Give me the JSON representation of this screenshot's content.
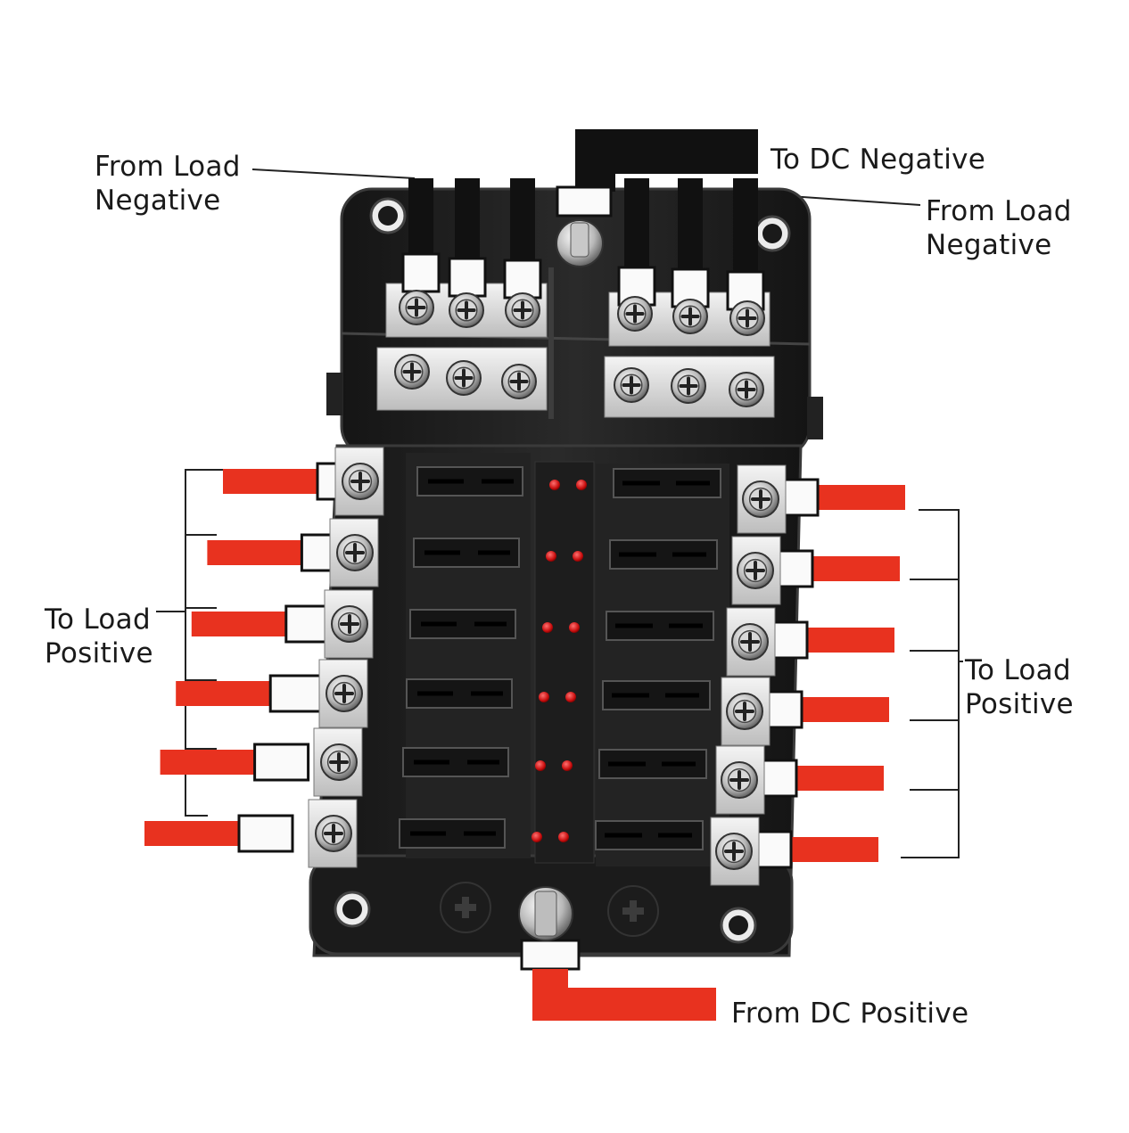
{
  "labels": {
    "from_load_negative_left": "From Load\nNegative",
    "to_dc_negative": "To DC Negative",
    "from_load_negative_right": "From Load\nNegative",
    "to_load_positive_left": "To Load\nPositive",
    "to_load_positive_right": "To Load\nPositive",
    "from_dc_positive": "From DC Positive"
  },
  "colors": {
    "wire_positive": "#e8321f",
    "wire_negative": "#111111",
    "housing": "#1e1e1e",
    "housing_edge": "#3a3a3a",
    "terminal_plate": "#e4e4e4",
    "led": "#d21010"
  },
  "fuse_block": {
    "fuse_rows": 6,
    "fuse_columns": 2,
    "fuse_count": 12,
    "negative_terminals": 12,
    "led_per_row": 2,
    "icons": [
      "screw-icon",
      "led-indicator-icon",
      "plus-icon",
      "stud-icon"
    ]
  }
}
